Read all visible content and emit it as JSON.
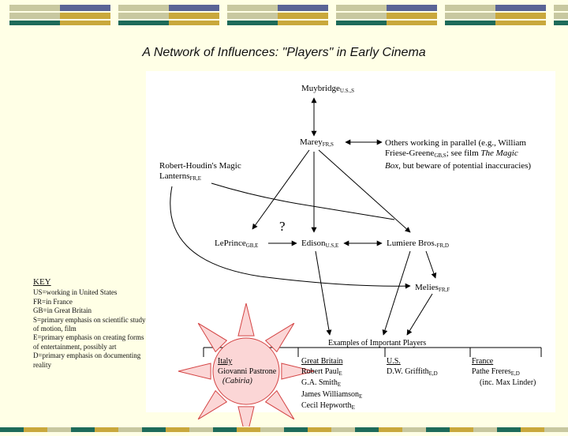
{
  "slide": {
    "title": "A Network of Influences: \"Players\" in Early Cinema"
  },
  "colors": {
    "background": "#ffffe6",
    "stripe_tan": "#c8c8a0",
    "stripe_gold": "#c9a83c",
    "stripe_navy": "#5a6496",
    "stripe_teal": "#1e6b5a",
    "sun_fill": "#fbd6d6",
    "sun_stroke": "#d44444"
  },
  "nodes": {
    "muybridge": {
      "name": "Muybridge",
      "sub": "U.S.,S"
    },
    "marey": {
      "name": "Marey",
      "sub": "FR,S"
    },
    "others_line1": "Others working in parallel (e.g., William",
    "others_line2_pre": "Friese-Greene",
    "others_line2_sub": "GB,S",
    "others_line2_post": "; see film ",
    "others_line2_film": "The Magic",
    "others_line3_film": "Box",
    "others_line3_post": ", but beware of potential inaccuracies)",
    "robert_houdin_line1": "Robert-Houdin's Magic",
    "robert_houdin_line2": "Lanterns",
    "robert_houdin_sub": "FR,E",
    "question_mark": "?",
    "leprince": {
      "name": "LePrince",
      "sub": "GB,E"
    },
    "edison": {
      "name": "Edison",
      "sub": "U.S,E"
    },
    "lumiere": {
      "name": "Lumiere Bros.",
      "sub": "FR,D"
    },
    "melies": {
      "name": "Melies",
      "sub": "FR,F"
    },
    "examples": "Examples of Important Players"
  },
  "players": {
    "italy": {
      "header": "Italy",
      "lines": [
        "Giovanni Pastrone",
        "(Cabiria)"
      ]
    },
    "gb": {
      "header": "Great Britain",
      "lines": [
        {
          "name": "Robert Paul",
          "sub": "E"
        },
        {
          "name": "G.A. Smith",
          "sub": "E"
        },
        {
          "name": "James Williamson",
          "sub": "E"
        },
        {
          "name": "Cecil Hepworth",
          "sub": "E"
        }
      ]
    },
    "us": {
      "header": "U.S.",
      "lines": [
        {
          "name": "D.W. Griffith",
          "sub": "E,D"
        }
      ]
    },
    "france": {
      "header": "France",
      "lines": [
        {
          "name": "Pathe Freres",
          "sub": "E,D"
        },
        {
          "name": "(inc. Max Linder)",
          "sub": ""
        }
      ]
    }
  },
  "key": {
    "title": "KEY",
    "lines": [
      "US=working in United States",
      "FR=in France",
      "GB=in Great Britain",
      "S=primary emphasis on scientific study",
      "of motion, film",
      "E=primary emphasis on creating forms",
      "of entertainment, possibly art",
      "D=primary emphasis on documenting",
      "reality"
    ]
  }
}
